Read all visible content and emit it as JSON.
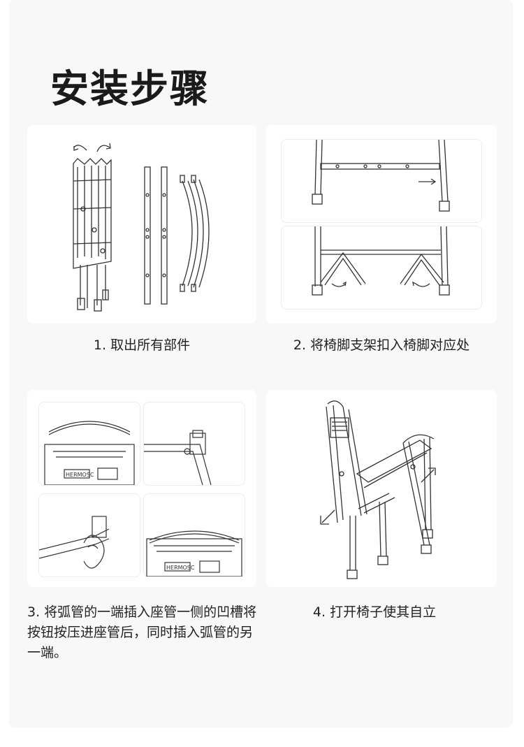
{
  "title": "安装步骤",
  "steps": [
    {
      "caption": "1. 取出所有部件"
    },
    {
      "caption": "2. 将椅脚支架扣入椅脚对应处"
    },
    {
      "caption": "3. 将弧管的一端插入座管一侧的凹槽将按钮按压进座管后，同时插入弧管的另一端。"
    },
    {
      "caption": "4. 打开椅子使其自立"
    }
  ],
  "brand_logo_text": "HERMOSC"
}
